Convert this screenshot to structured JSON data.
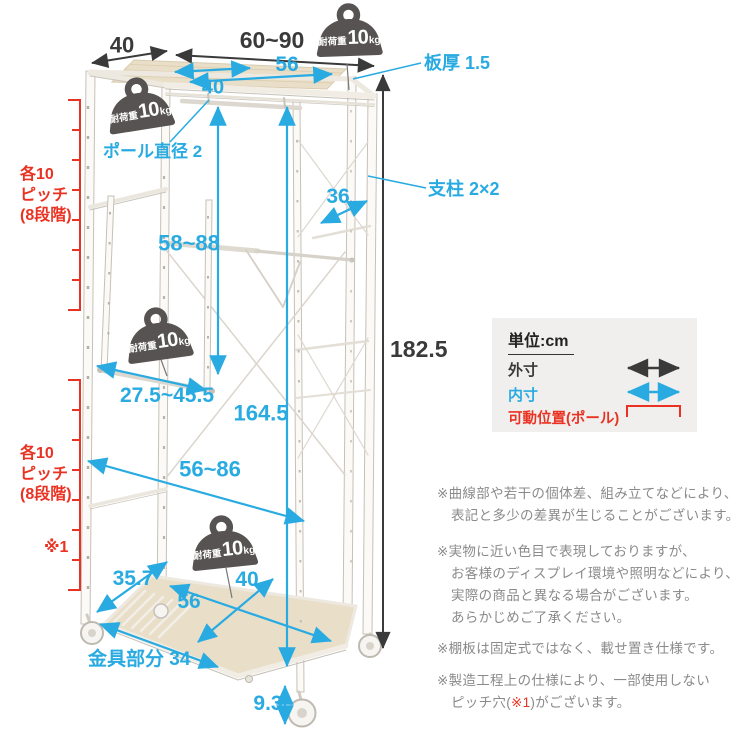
{
  "colors": {
    "accent_blue": "#29abe2",
    "accent_red": "#ea3223",
    "dim_black": "#3a3a3a",
    "note_gray": "#8a8a8a",
    "wood": "#e9dfc9",
    "frame": "#c6c1b8"
  },
  "weight_badge": {
    "prefix": "耐荷重",
    "value": "10",
    "unit": "kg"
  },
  "dims": {
    "outer_depth": "40",
    "outer_width": "60~90",
    "top_inner_width": "56",
    "top_pole_offset": "40",
    "board_thickness": "板厚 1.5",
    "pole_diameter": "ポール直径 2",
    "post_size": "支柱 2×2",
    "side_inner": "36",
    "hanger_height_range": "58~88",
    "outer_height": "182.5",
    "inner_height": "164.5",
    "drop_bar_range": "27.5~45.5",
    "lower_inner_width": "56~86",
    "bottom_left_depth": "35.7",
    "bottom_inner_depth": "40",
    "bottom_inner_width": "56",
    "metal_part": "金具部分 34",
    "caster_height": "9.3"
  },
  "pitch": {
    "line1": "各10",
    "line2": "ピッチ",
    "line3": "(8段階)",
    "ref_mark": "※1"
  },
  "legend": {
    "unit": "単位:cm",
    "outer": "外寸",
    "inner": "内寸",
    "movable": "可動位置(ポール)"
  },
  "notes": {
    "n1l1": "※曲線部や若干の個体差、組み立てなどにより、",
    "n1l2": "表記と多少の差異が生じることがございます。",
    "n2l1": "※実物に近い色目で表現しておりますが、",
    "n2l2": "お客様のディスプレイ環境や照明などにより、",
    "n2l3": "実際の商品と異なる場合がございます。",
    "n2l4": "あらかじめご了承ください。",
    "n3l1": "※棚板は固定式ではなく、載せ置き仕様です。",
    "n4l1": "※製造工程上の仕様により、一部使用しない",
    "n4l2a": "ピッチ穴(",
    "n4l2b": "※1",
    "n4l2c": ")がございます。"
  }
}
